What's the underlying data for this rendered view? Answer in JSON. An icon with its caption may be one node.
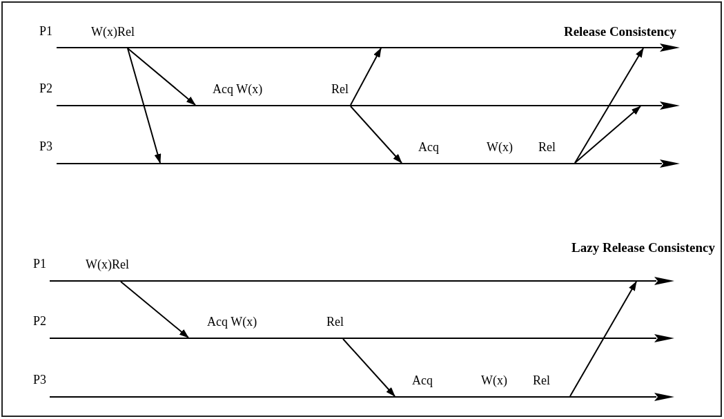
{
  "diagram": {
    "nodes": [
      {
        "text": [],
        "shape": "line",
        "beside": [
          "P1"
        ]
      },
      {
        "text": [],
        "shape": "line",
        "beside": [
          "P2"
        ]
      },
      {
        "text": [],
        "shape": "line",
        "beside": [
          "P3"
        ]
      },
      {
        "text": [],
        "shape": "line",
        "beside": [
          "P1"
        ]
      },
      {
        "text": [],
        "shape": "line",
        "beside": [
          "P2"
        ]
      },
      {
        "text": [],
        "shape": "line",
        "beside": [
          "P3"
        ]
      }
    ],
    "edges": [
      {
        "from": 0,
        "to": 1,
        "arrow": "to"
      },
      {
        "from": 0,
        "to": 2,
        "arrow": "to"
      },
      {
        "from": 1,
        "to": 0,
        "arrow": "to"
      },
      {
        "from": 1,
        "to": 2,
        "arrow": "to"
      },
      {
        "from": 2,
        "to": 0,
        "arrow": "to"
      },
      {
        "from": 2,
        "to": 1,
        "arrow": "to"
      },
      {
        "from": 3,
        "to": 4,
        "arrow": "to"
      },
      {
        "from": 4,
        "to": 5,
        "arrow": "to"
      },
      {
        "from": 5,
        "to": 3,
        "arrow": "to"
      }
    ],
    "labels": [
      "W(x)Rel",
      "Release Consistency",
      "Acq W(x)",
      "Rel",
      "Acq",
      "W(x)",
      "Rel",
      "Lazy Release Consistency",
      "W(x)Rel",
      "Acq W(x)",
      "Rel",
      "Acq",
      "W(x)",
      "Rel"
    ]
  }
}
